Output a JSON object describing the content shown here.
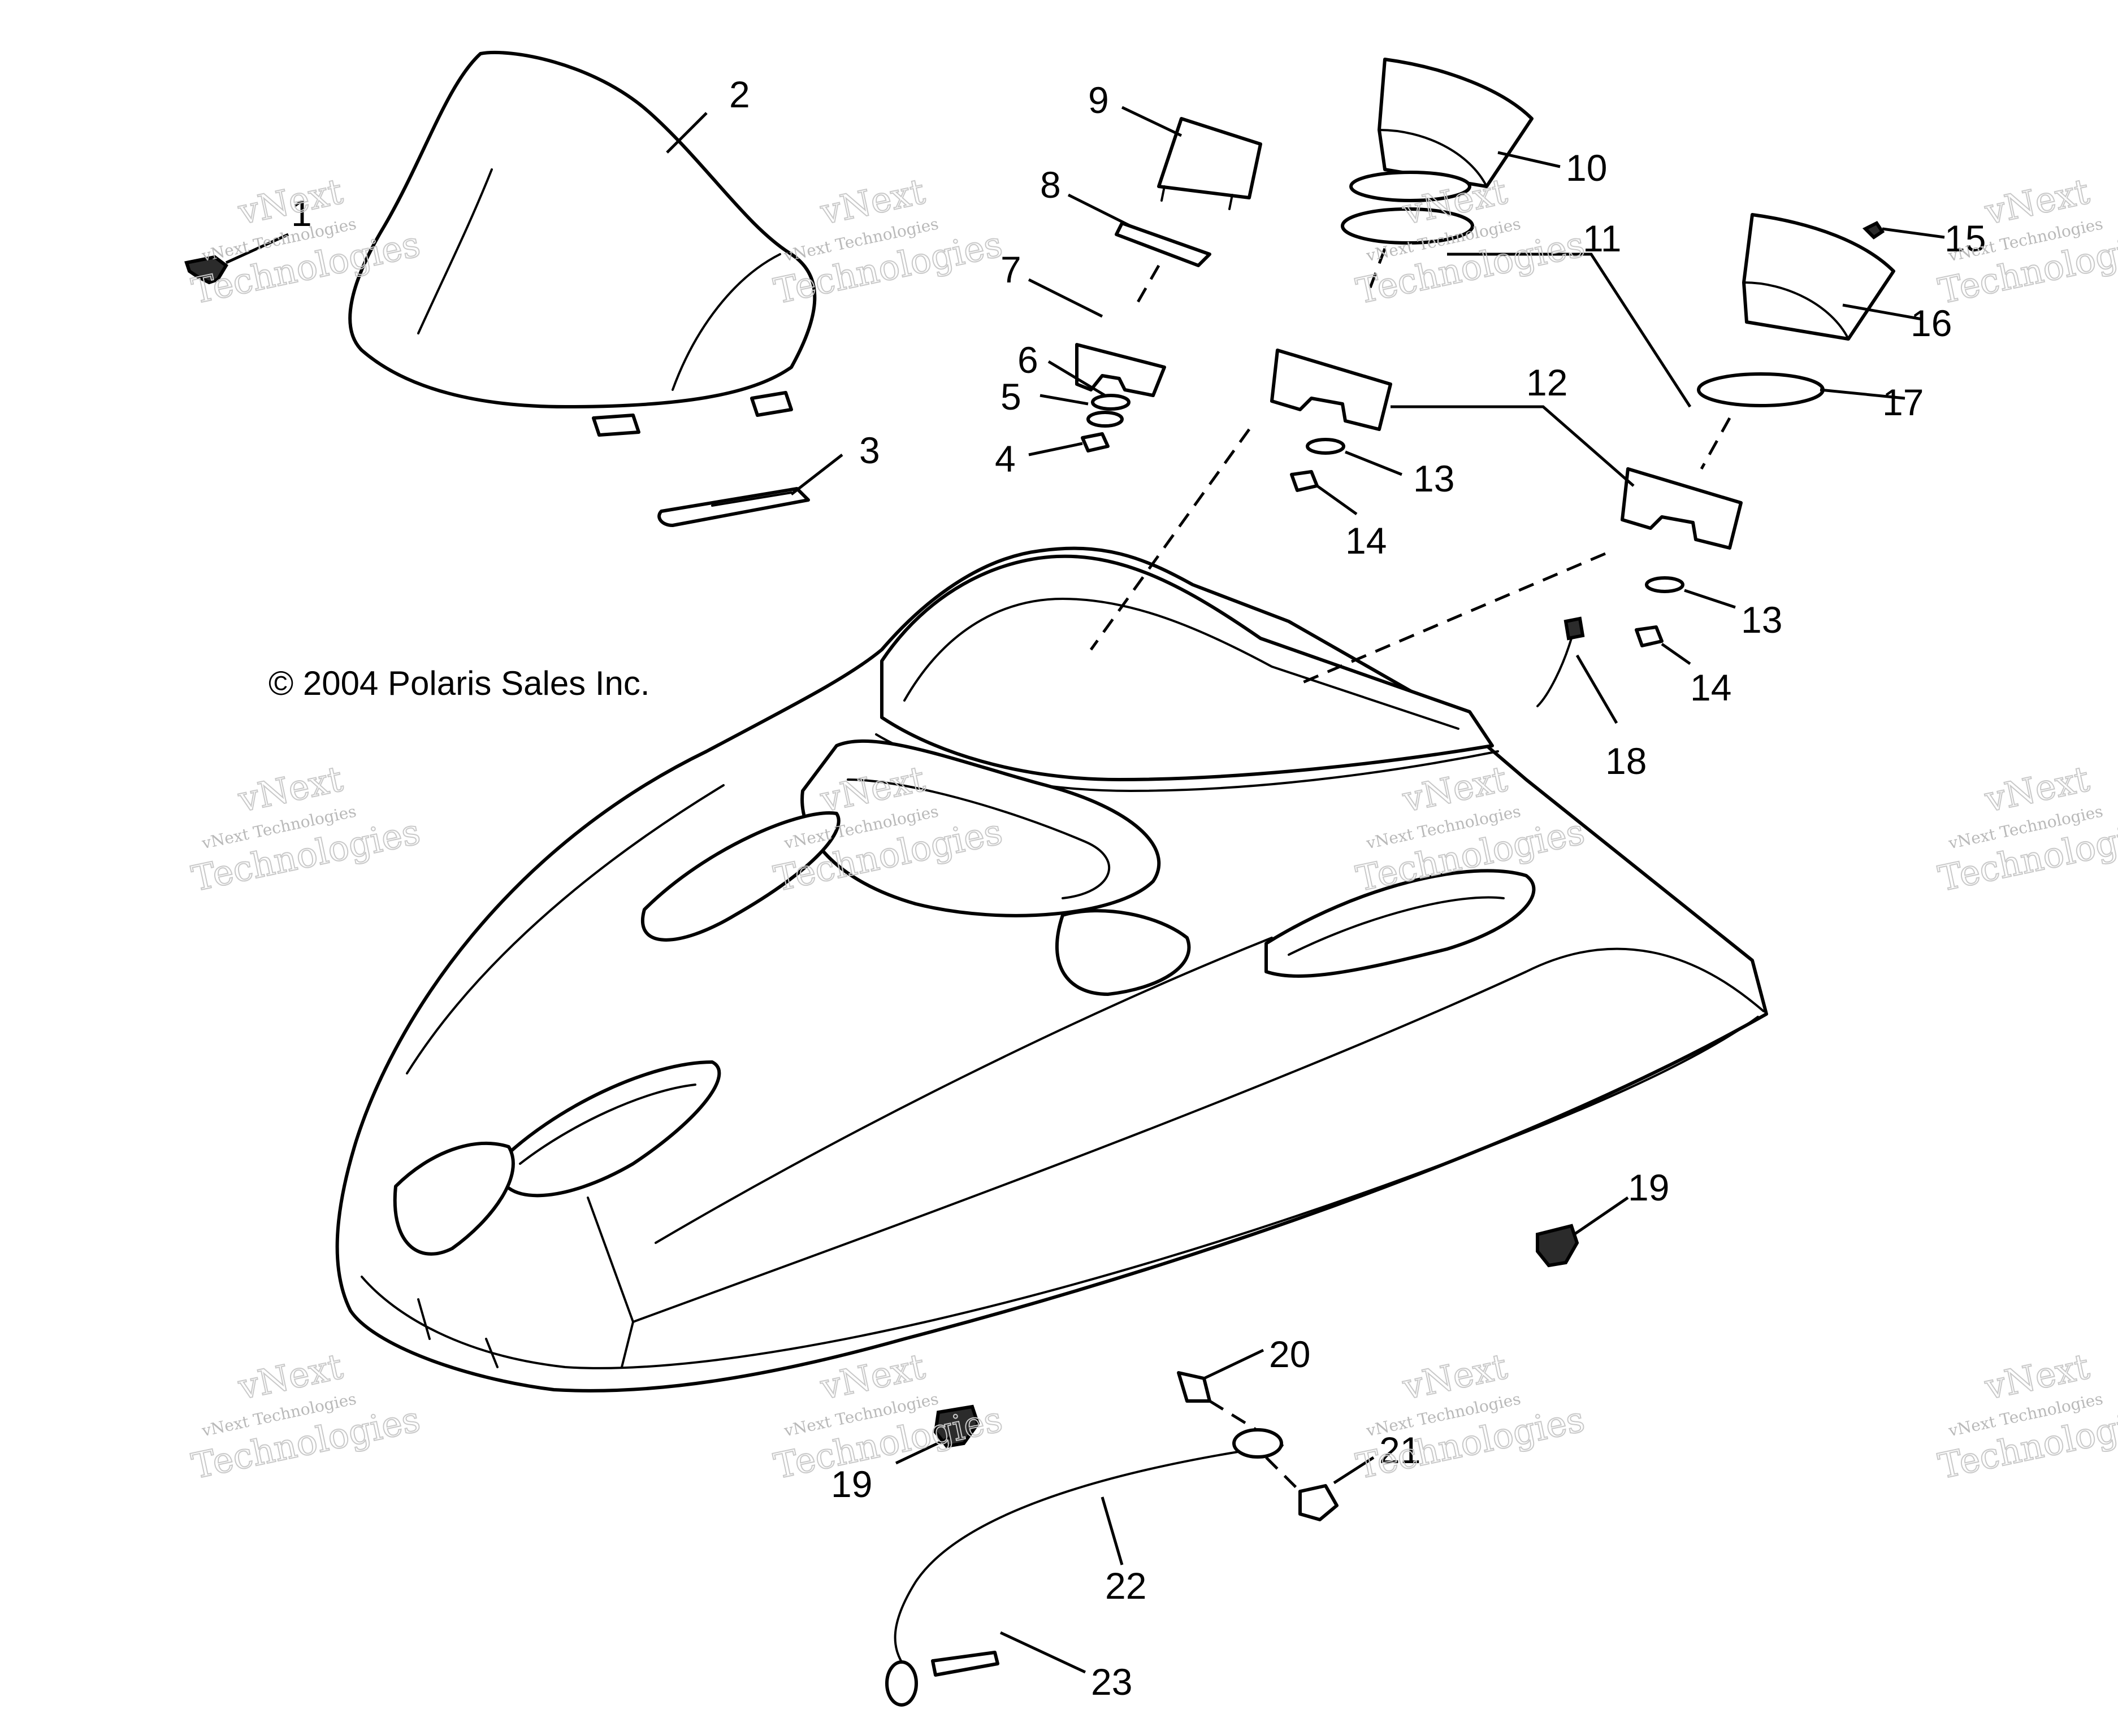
{
  "copyright": "© 2004 Polaris Sales Inc.",
  "watermark": {
    "line1": "vNext",
    "line2": "vNext Technologies",
    "line3": "Technologies"
  },
  "callouts": [
    {
      "id": "c1",
      "label": "1"
    },
    {
      "id": "c2",
      "label": "2"
    },
    {
      "id": "c3",
      "label": "3"
    },
    {
      "id": "c4",
      "label": "4"
    },
    {
      "id": "c5",
      "label": "5"
    },
    {
      "id": "c6",
      "label": "6"
    },
    {
      "id": "c7",
      "label": "7"
    },
    {
      "id": "c8",
      "label": "8"
    },
    {
      "id": "c9",
      "label": "9"
    },
    {
      "id": "c10",
      "label": "10"
    },
    {
      "id": "c11",
      "label": "11"
    },
    {
      "id": "c12",
      "label": "12"
    },
    {
      "id": "c13a",
      "label": "13"
    },
    {
      "id": "c13b",
      "label": "13"
    },
    {
      "id": "c14a",
      "label": "14"
    },
    {
      "id": "c14b",
      "label": "14"
    },
    {
      "id": "c15",
      "label": "15"
    },
    {
      "id": "c16",
      "label": "16"
    },
    {
      "id": "c17",
      "label": "17"
    },
    {
      "id": "c18",
      "label": "18"
    },
    {
      "id": "c19a",
      "label": "19"
    },
    {
      "id": "c19b",
      "label": "19"
    },
    {
      "id": "c20",
      "label": "20"
    },
    {
      "id": "c21",
      "label": "21"
    },
    {
      "id": "c22",
      "label": "22"
    },
    {
      "id": "c23",
      "label": "23"
    }
  ]
}
